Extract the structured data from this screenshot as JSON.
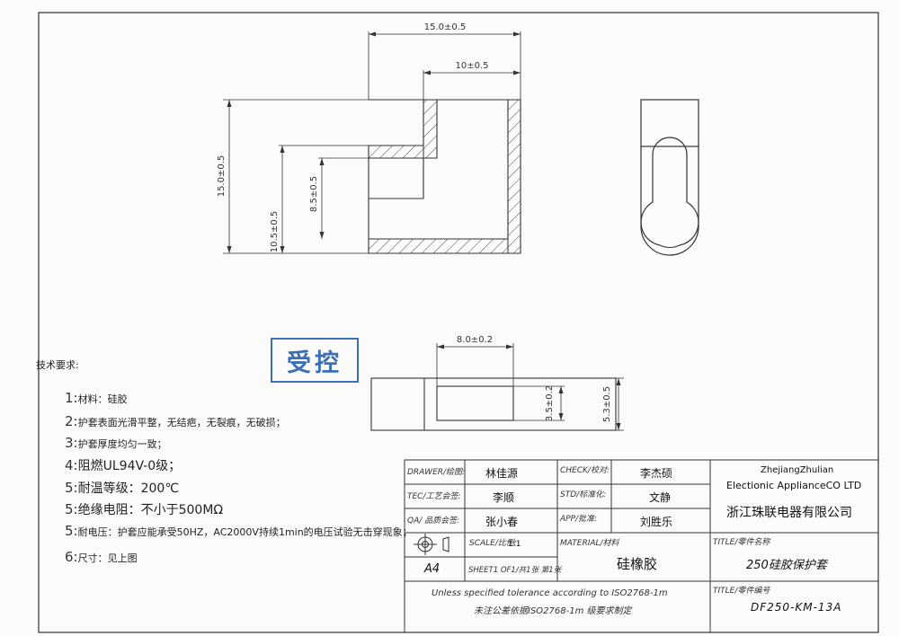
{
  "dimensions": {
    "top_width": "15.0±0.5",
    "top_inner": "10±0.5",
    "left_height": "15.0±0.5",
    "mid_height": "10.5±0.5",
    "inner_height": "8.5±0.5",
    "bottom_width": "8.0±0.2",
    "bottom_inner_h": "3.5±0.2",
    "bottom_outer_h": "5.3±0.5"
  },
  "stamp": "受控",
  "requirements": {
    "heading": "技术要求:",
    "items": [
      {
        "num": "1:",
        "text": "材料：硅胶"
      },
      {
        "num": "2:",
        "text": "护套表面光滑平整，无结疤，无裂痕，无破损；"
      },
      {
        "num": "3:",
        "text": "护套厚度均匀一致；"
      },
      {
        "num": "4:",
        "text": "阻燃UL94V-0级；"
      },
      {
        "num": "5:",
        "text": "耐温等级：200℃"
      },
      {
        "num": "5:",
        "text": "绝缘电阻：不小于500MΩ"
      },
      {
        "num": "5:",
        "text": "耐电压：护套应能承受50HZ，AC2000V持续1min的电压试验无击穿现象；"
      },
      {
        "num": "6:",
        "text": "尺寸：见上图"
      }
    ]
  },
  "title_block": {
    "drawer_label": "DRAWER/绘图:",
    "drawer": "林佳源",
    "check_label": "CHECK/校对:",
    "check": "李杰硕",
    "tec_label": "TEC/工艺会签:",
    "tec": "李顺",
    "std_label": "STD/标准化:",
    "std": "文静",
    "qa_label": "QA/ 品质会签:",
    "qa": "张小春",
    "app_label": "APP/批准:",
    "app": "刘胜乐",
    "company_en_1": "ZhejiangZhulian",
    "company_en_2": "Electionic ApplianceCO LTD",
    "company_cn": "浙江珠联电器有限公司",
    "scale_label": "SCALE/比例:",
    "scale": "1:1",
    "material_label": "MATERIAL/材料",
    "material": "硅橡胶",
    "title_label": "TITLE/零件名称",
    "title": "250硅胶保护套",
    "paper": "A4",
    "sheet": "SHEET1 OF1/共1张 第1张",
    "tolerance_en": "Unless specified tolerance according to ISO2768-1m",
    "tolerance_cn": "未注公差依据ISO2768-1m 级要求制定",
    "partno_label": "TITLE/零件编号",
    "partno": "DF250-KM-13A"
  }
}
